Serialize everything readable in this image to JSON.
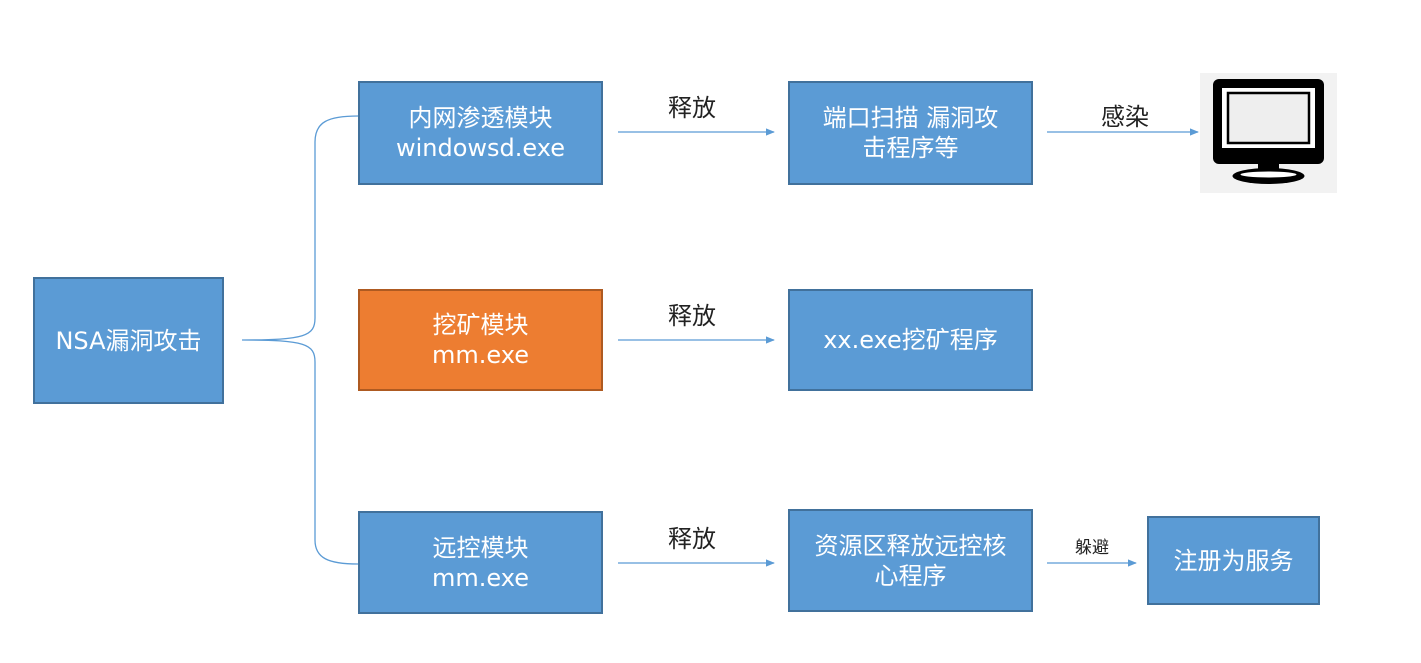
{
  "colors": {
    "box_blue": "#5b9bd5",
    "box_orange": "#ed7d31",
    "arrow": "#5b9bd5",
    "text": "#ffffff"
  },
  "nodes": {
    "root": {
      "lines": [
        "NSA漏洞攻击"
      ],
      "color": "#5b9bd5"
    },
    "lateral": {
      "lines": [
        "内网渗透模块",
        "windowsd.exe"
      ],
      "color": "#5b9bd5"
    },
    "scan": {
      "lines": [
        "端口扫描 漏洞攻",
        "击程序等"
      ],
      "color": "#5b9bd5"
    },
    "mining": {
      "lines": [
        "挖矿模块",
        "mm.exe"
      ],
      "color": "#ed7d31"
    },
    "miner_program": {
      "lines": [
        "xx.exe挖矿程序"
      ],
      "color": "#5b9bd5"
    },
    "remote": {
      "lines": [
        "远控模块",
        "mm.exe"
      ],
      "color": "#5b9bd5"
    },
    "release_core": {
      "lines": [
        "资源区释放远控核",
        "心程序"
      ],
      "color": "#5b9bd5"
    },
    "register": {
      "lines": [
        "注册为服务"
      ],
      "color": "#5b9bd5"
    }
  },
  "edge_labels": {
    "release_1": "释放",
    "release_2": "释放",
    "release_3": "释放",
    "infect": "感染",
    "evade": "躲避"
  },
  "icons": {
    "monitor": "computer-monitor-icon"
  }
}
